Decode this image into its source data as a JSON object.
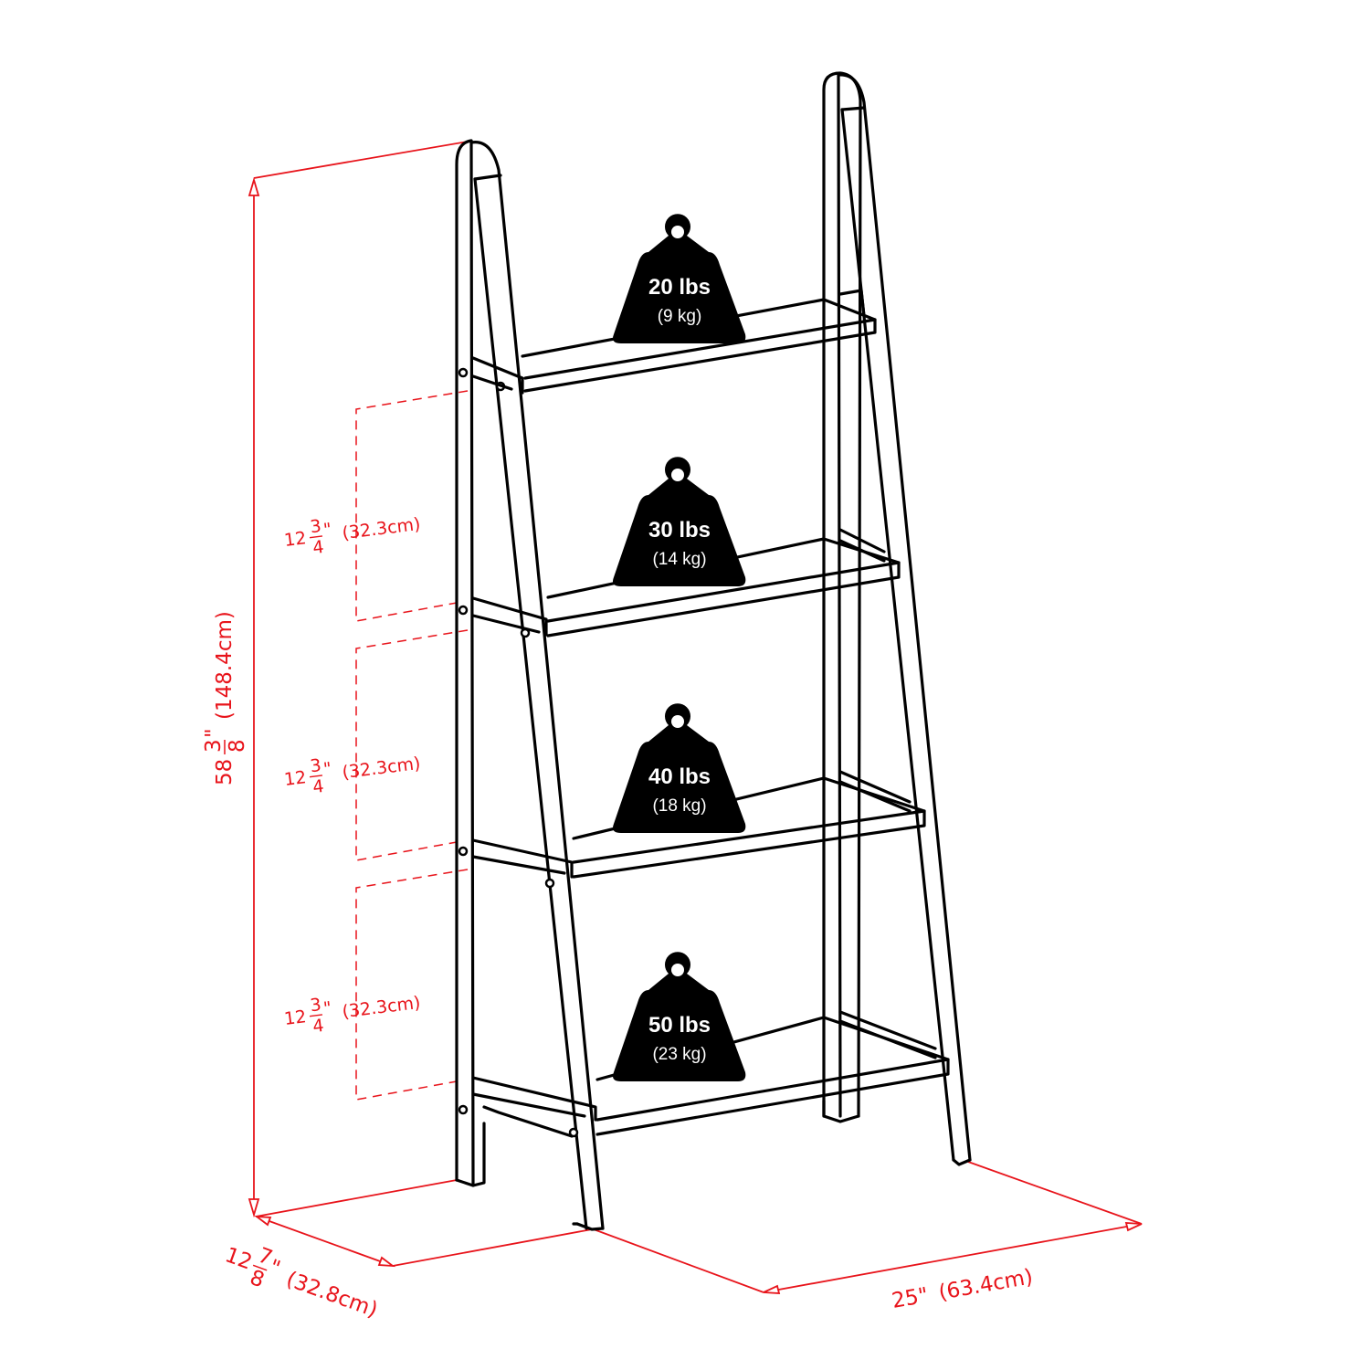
{
  "diagram": {
    "subject": "4-tier ladder bookshelf",
    "colors": {
      "dimension": "#e8141b",
      "outline": "#000000",
      "weight_fill": "#000000",
      "background": "#ffffff"
    },
    "overall_height": {
      "whole": "58",
      "num": "3",
      "den": "8",
      "unit": "\"",
      "metric": "(148.4cm)"
    },
    "depth": {
      "whole": "12",
      "num": "7",
      "den": "8",
      "unit": "\"",
      "metric": "(32.8cm)"
    },
    "width": {
      "label": "25\"",
      "metric": "(63.4cm)"
    },
    "shelf_spacing": [
      {
        "whole": "12",
        "num": "3",
        "den": "4",
        "unit": "\"",
        "metric": "(32.3cm)"
      },
      {
        "whole": "12",
        "num": "3",
        "den": "4",
        "unit": "\"",
        "metric": "(32.3cm)"
      },
      {
        "whole": "12",
        "num": "3",
        "den": "4",
        "unit": "\"",
        "metric": "(32.3cm)"
      }
    ],
    "weight_limits": [
      {
        "shelf": 1,
        "lbs": "20 lbs",
        "kg": "(9 kg)"
      },
      {
        "shelf": 2,
        "lbs": "30 lbs",
        "kg": "(14 kg)"
      },
      {
        "shelf": 3,
        "lbs": "40 lbs",
        "kg": "(18 kg)"
      },
      {
        "shelf": 4,
        "lbs": "50 lbs",
        "kg": "(23 kg)"
      }
    ],
    "icons": [
      "weight-icon",
      "dimension-arrow-icon"
    ]
  }
}
